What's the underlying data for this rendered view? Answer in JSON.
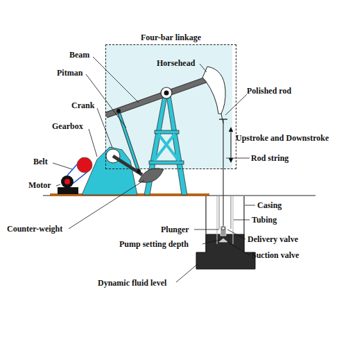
{
  "diagram": {
    "nodes": [
      {
        "text": [
          "Four-bar linkage"
        ]
      }
    ],
    "labels": [
      "Beam",
      "Horsehead",
      "Pitman",
      "Polished rod",
      "Crank",
      "Gearbox",
      "Upstroke and Downstroke",
      "Rod string",
      "Belt",
      "Motor",
      "Casing",
      "Tubing",
      "Plunger",
      "Counter-weight",
      "Delivery valve",
      "Pump setting depth",
      "Suction valve",
      "Dynamic fluid level"
    ]
  }
}
